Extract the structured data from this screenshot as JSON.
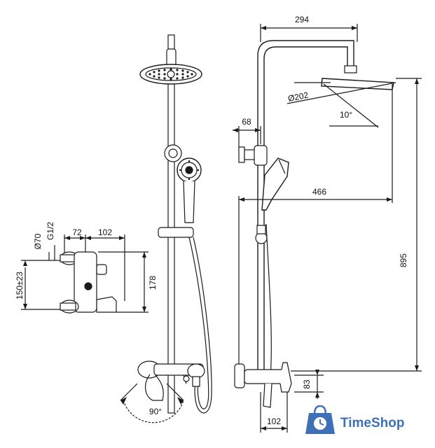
{
  "dimensions": {
    "d294": "294",
    "d202": "Ø202",
    "d10": "10°",
    "d68": "68",
    "d466": "466",
    "d895": "895",
    "d83": "83",
    "d102b": "102",
    "d72": "72",
    "d102a": "102",
    "d70": "Ø70",
    "g12": "G1/2",
    "d150": "150±23",
    "d178": "178",
    "d90": "90°"
  },
  "logo": {
    "text": "TimeShop",
    "icon": "shopping-bag-clock-icon"
  },
  "colors": {
    "line": "#1a1a1a",
    "logo": "#3f6fb5"
  }
}
